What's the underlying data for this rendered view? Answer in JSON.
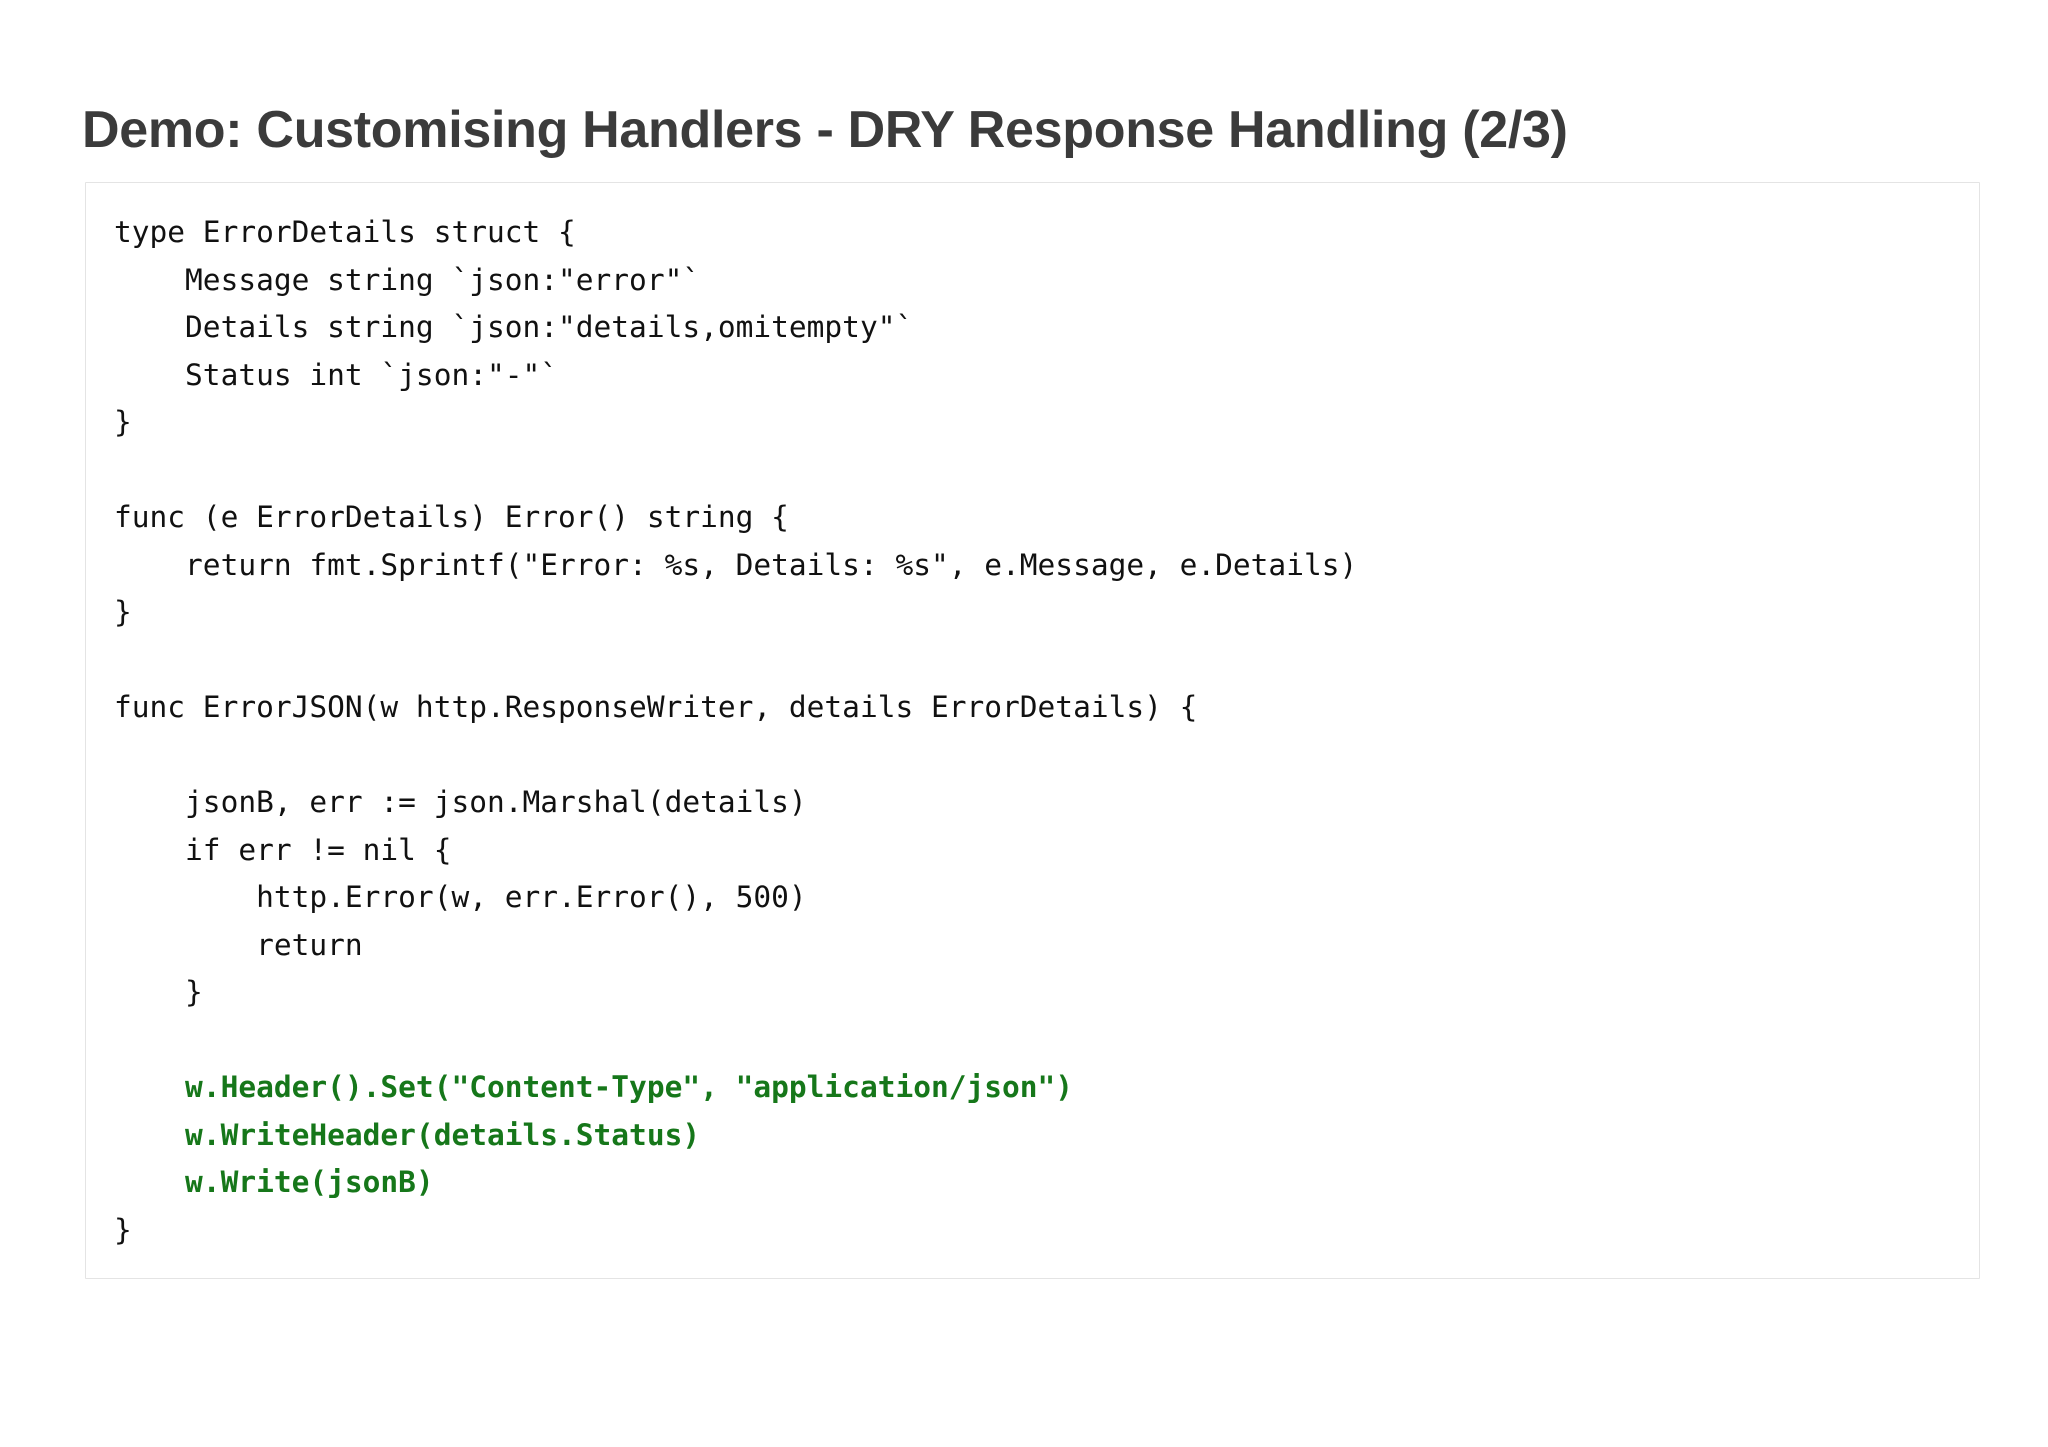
{
  "slide": {
    "title": "Demo: Customising Handlers - DRY Response Handling (2/3)",
    "accent_color": "#16771a",
    "text_color": "#3b3b3b",
    "code_color": "#111111",
    "card_border_color": "#e4e4e4",
    "background_color": "#ffffff"
  },
  "code": {
    "language": "go",
    "lines": [
      {
        "text": "type ErrorDetails struct {",
        "highlight": false
      },
      {
        "text": "    Message string `json:\"error\"`",
        "highlight": false
      },
      {
        "text": "    Details string `json:\"details,omitempty\"`",
        "highlight": false
      },
      {
        "text": "    Status int `json:\"-\"`",
        "highlight": false
      },
      {
        "text": "}",
        "highlight": false
      },
      {
        "text": "",
        "highlight": false
      },
      {
        "text": "func (e ErrorDetails) Error() string {",
        "highlight": false
      },
      {
        "text": "    return fmt.Sprintf(\"Error: %s, Details: %s\", e.Message, e.Details)",
        "highlight": false
      },
      {
        "text": "}",
        "highlight": false
      },
      {
        "text": "",
        "highlight": false
      },
      {
        "text": "func ErrorJSON(w http.ResponseWriter, details ErrorDetails) {",
        "highlight": false
      },
      {
        "text": "",
        "highlight": false
      },
      {
        "text": "    jsonB, err := json.Marshal(details)",
        "highlight": false
      },
      {
        "text": "    if err != nil {",
        "highlight": false
      },
      {
        "text": "        http.Error(w, err.Error(), 500)",
        "highlight": false
      },
      {
        "text": "        return",
        "highlight": false
      },
      {
        "text": "    }",
        "highlight": false
      },
      {
        "text": "",
        "highlight": false
      },
      {
        "text": "    w.Header().Set(\"Content-Type\", \"application/json\")",
        "highlight": true
      },
      {
        "text": "    w.WriteHeader(details.Status)",
        "highlight": true
      },
      {
        "text": "    w.Write(jsonB)",
        "highlight": true
      },
      {
        "text": "}",
        "highlight": false
      }
    ]
  }
}
